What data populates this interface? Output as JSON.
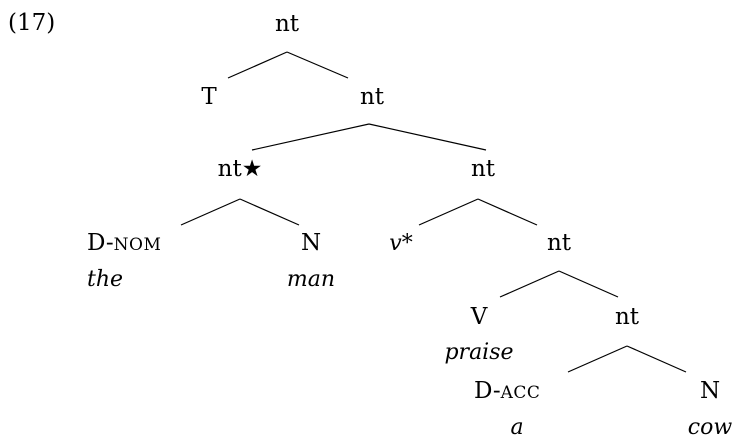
{
  "example_number": "(17)",
  "nodes": {
    "root": "nt",
    "t": "T",
    "nt_top": "nt",
    "nt_star": "nt",
    "star_mark": "★",
    "nt_mid": "nt",
    "d_nom": "D-",
    "d_nom_case": "NOM",
    "n_man": "N",
    "v_star": "v*",
    "nt_lower": "nt",
    "v": "V",
    "nt_bottom": "nt",
    "d_acc": "D-",
    "d_acc_case": "ACC",
    "n_cow": "N"
  },
  "words": {
    "the": "the",
    "man": "man",
    "praise": "praise",
    "a": "a",
    "cow": "cow"
  }
}
